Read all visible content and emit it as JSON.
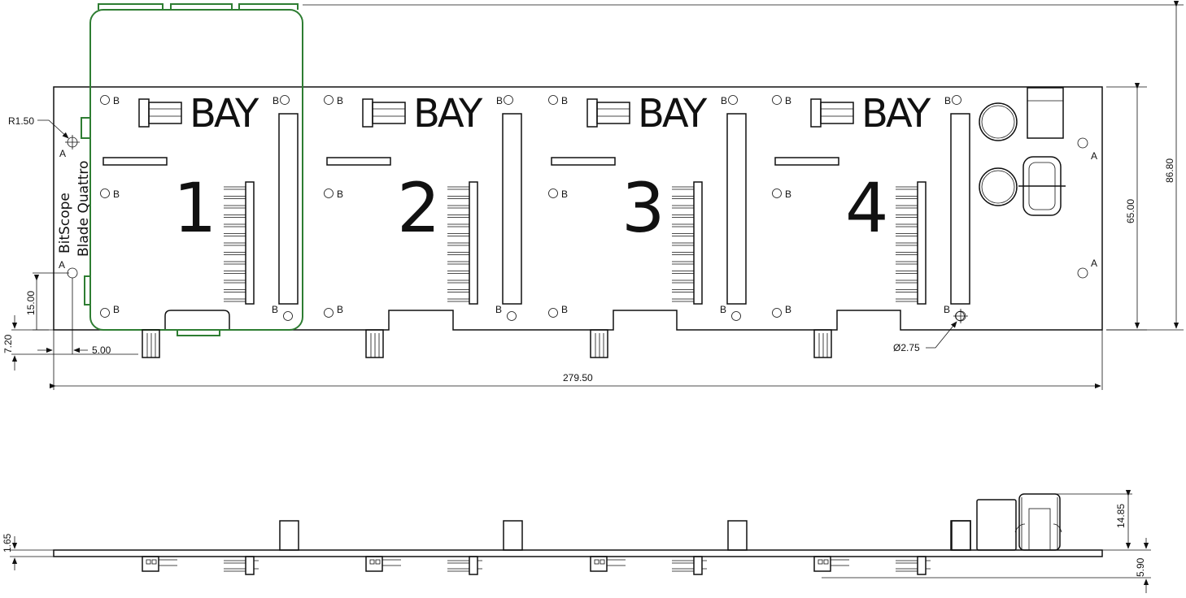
{
  "drawing": {
    "title_lines": [
      "BitScope",
      "Blade Quattro"
    ],
    "bay_label": "BAY",
    "bays": [
      "1",
      "2",
      "3",
      "4"
    ],
    "hole_labels": {
      "a": "A",
      "b": "B"
    },
    "dimensions": {
      "corner_radius": "R1.50",
      "hole_offset_y": "15.00",
      "connector_protrusion": "7.20",
      "hole_offset_x": "5.00",
      "width": "279.50",
      "hole_diameter": "Ø2.75",
      "board_height": "65.00",
      "total_height": "86.80",
      "component_height": "14.85",
      "board_thickness": "1.65",
      "underside_depth": "5.90"
    },
    "colors": {
      "outline": "#111111",
      "blade_outline": "#2e7d32"
    }
  }
}
